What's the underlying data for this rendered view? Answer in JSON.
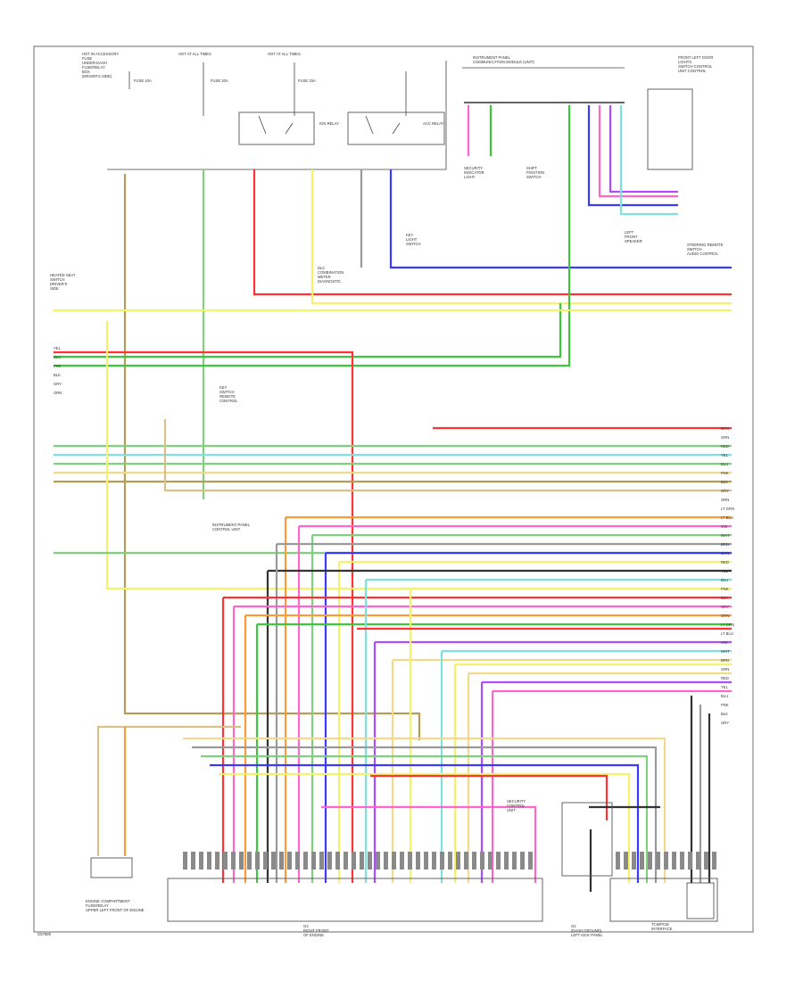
{
  "frame": {
    "footer_code": "G57889"
  },
  "fuse_boxes": {
    "left": "HOT IN ACCESSORY\nFUSE\nUNDER-DASH\nFUSE/RELAY\nBOX\n(DRIVER'S SIDE)",
    "mid": "HOT AT ALL TIMES",
    "right": "HOT AT ALL TIMES"
  },
  "fuse_labels": [
    "FUSE 10A",
    "FUSE 20A",
    "FUSE 15A"
  ],
  "relays": {
    "left": "IGN RELAY",
    "right": "ACC RELAY"
  },
  "connectors": {
    "top_center": "INSTRUMENT PANEL\nCOMMUNICATION MODULE (UNIT)",
    "top_right": "FRONT LEFT DOOR\nLIGHTS\nSWITCH CONTROL\nUNIT CONTROL",
    "left_upper": "HEATED SEAT\nSWITCH\nDRIVER'S\nSIDE",
    "right_upper": "STEERING REMOTE\nSWITCH\nAUDIO CONTROL"
  },
  "components": {
    "key_switch": "KEY\nSWITCH\nREMOTE\nCONTROL",
    "key_cylinder": "KEY\nLIGHT\nSWITCH",
    "cd_unit": "SECURITY\nINDICATOR\nLIGHT",
    "turn_sensor": "SHIFT\nPOSITION\nSWITCH",
    "data_link": "DLC\nCOMBINATION\nMETER\nDIAGNOSTIC",
    "audio_unit": "LEFT\nFRONT\nSPEAKER",
    "inst_panel": "INSTRUMENT PANEL\nCONTROL UNIT",
    "engine_ground": "ENGINE COMPARTMENT\nFUSE/RELAY\nUPPER LEFT FRONT OF ENGINE",
    "ground_left": "SECURITY\nCONTROL\nUNIT",
    "ground_mid": "G3\nRIGHT FRONT\nOF ENGINE",
    "ground_right": "G2\n(DASH GROUND)\nLEFT KICK PANEL",
    "body_ground": "TCM/PCM\nINTERFACE"
  },
  "wire_colors": {
    "brown": "#b59c57",
    "lt_green": "#7fd17f",
    "green": "#3cc83c",
    "red": "#ff3333",
    "pink": "#ff66cc",
    "yellow": "#f3f36a",
    "blue": "#3a3aff",
    "lt_blue": "#7fe0e0",
    "orange": "#ff9a3a",
    "gray": "#9a9a9a",
    "black": "#333333",
    "violet": "#b04cff",
    "cream": "#f3d98a",
    "tan": "#d8c08a"
  },
  "wire_tags": [
    "BRN",
    "GRN",
    "RED",
    "YEL",
    "BLU",
    "PNK",
    "BLK",
    "GRY",
    "ORN",
    "LT GRN",
    "LT BLU",
    "VIO",
    "WHT"
  ]
}
